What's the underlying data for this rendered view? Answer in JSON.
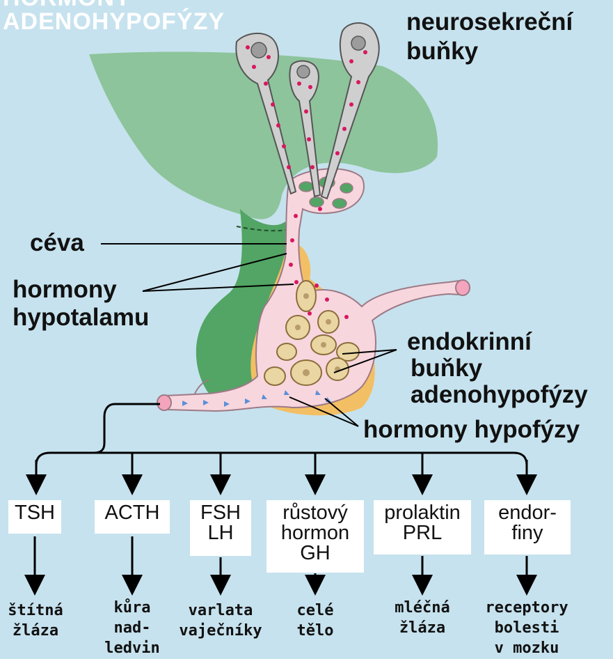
{
  "title": {
    "top_line": "HORMONY",
    "main_line": "ADENOHYPOFÝZY"
  },
  "labels": {
    "neuro_line1": "neurosekreční",
    "neuro_line2": "buňky",
    "ceva": "céva",
    "hyp_line1": "hormony",
    "hyp_line2": "hypotalamu",
    "endo_line1": "endokrinní",
    "endo_line2": "buňky",
    "endo_line3": "adenohypofýzy",
    "hormony_hypofyzy": "hormony hypofýzy"
  },
  "hormones": [
    {
      "lines": [
        "TSH"
      ],
      "target": [
        "štítná",
        "žláza"
      ]
    },
    {
      "lines": [
        "ACTH"
      ],
      "target": [
        "kůra",
        "nad-",
        "ledvin"
      ]
    },
    {
      "lines": [
        "FSH",
        "LH"
      ],
      "target": [
        "varlata",
        "vaječníky"
      ]
    },
    {
      "lines": [
        "růstový",
        "hormon",
        "GH"
      ],
      "target": [
        "celé",
        "tělo"
      ]
    },
    {
      "lines": [
        "prolaktin",
        "PRL"
      ],
      "target": [
        "mléčná",
        "žláza"
      ]
    },
    {
      "lines": [
        "endor-",
        "finy"
      ],
      "target": [
        "receptory",
        "bolesti",
        "v mozku"
      ]
    }
  ],
  "colors": {
    "background": "#c6e2ee",
    "hypothalamus": "#8dc49b",
    "neurohypophysis": "#52a564",
    "vessel": "#f7d6de",
    "vessel_outline": "#9c7a86",
    "adenohypophysis": "#f3bf64",
    "cell": "#ead6a2",
    "neuron": "#cfcfcf",
    "granule": "#d8175e",
    "hormone_marker": "#5b8fd8"
  }
}
